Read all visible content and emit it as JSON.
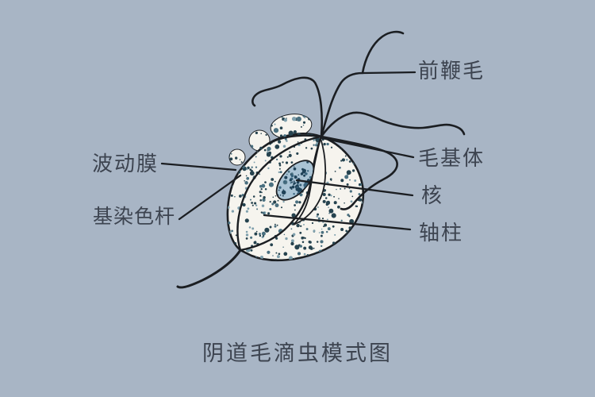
{
  "diagram": {
    "caption": "阴道毛滴虫模式图",
    "labels": {
      "anterior_flagella": "前鞭毛",
      "basal_body": "毛基体",
      "nucleus": "核",
      "axostyle": "轴柱",
      "undulating_membrane": "波动膜",
      "costa": "基染色杆"
    },
    "colors": {
      "background": "#a8b5c5",
      "outline": "#1b1e22",
      "text": "#3d4450",
      "body_fill": "#f6f4ee",
      "nucleus_fill": "#a9c3d4",
      "speckle_dark": "#26434f",
      "speckle_mid": "#4a7080",
      "speckle_light": "#7fa0ad",
      "nucleus_speckle_dark": "#1f4258",
      "nucleus_speckle_mid": "#38637c"
    }
  }
}
